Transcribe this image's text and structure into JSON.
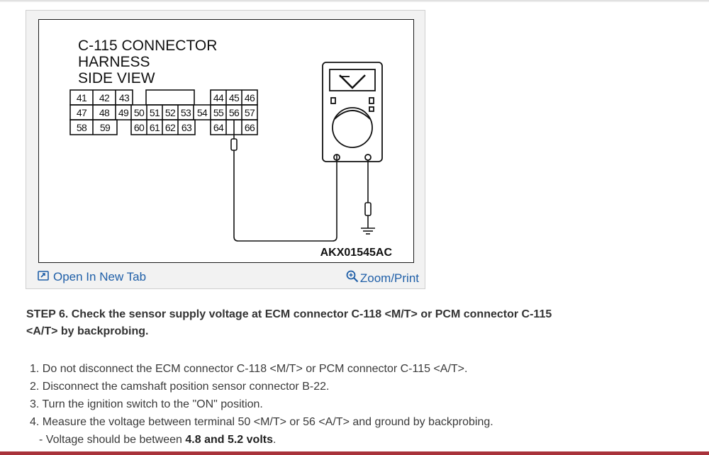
{
  "figure": {
    "title_lines": [
      "C-115 CONNECTOR",
      "HARNESS",
      "SIDE VIEW"
    ],
    "connector": {
      "row1": [
        "41",
        "42",
        "43",
        "44",
        "45",
        "46"
      ],
      "row2": [
        "47",
        "48",
        "49",
        "50",
        "51",
        "52",
        "53",
        "54",
        "55",
        "56",
        "57"
      ],
      "row3": [
        "58",
        "59",
        "60",
        "61",
        "62",
        "63",
        "64",
        "66"
      ]
    },
    "figure_code": "AKX01545AC"
  },
  "links": {
    "open_new_tab": "Open In New Tab",
    "zoom_print": "Zoom/Print"
  },
  "step": {
    "heading_line1": "STEP 6. Check the sensor supply voltage at ECM connector C-118 <M/T> or PCM connector C-115",
    "heading_line2": "<A/T> by backprobing."
  },
  "instructions": [
    "1. Do not disconnect the ECM connector C-118 <M/T> or PCM connector C-115 <A/T>.",
    "2. Disconnect the camshaft position sensor connector B-22.",
    "3. Turn the ignition switch to the \"ON\" position.",
    "4. Measure the voltage between terminal 50 <M/T> or 56 <A/T> and ground by backprobing."
  ],
  "note": {
    "prefix": "- Voltage should be between ",
    "value": "4.8 and 5.2 volts",
    "suffix": "."
  },
  "colors": {
    "link": "#1f5fa8",
    "accent_bar": "#a8323a"
  }
}
